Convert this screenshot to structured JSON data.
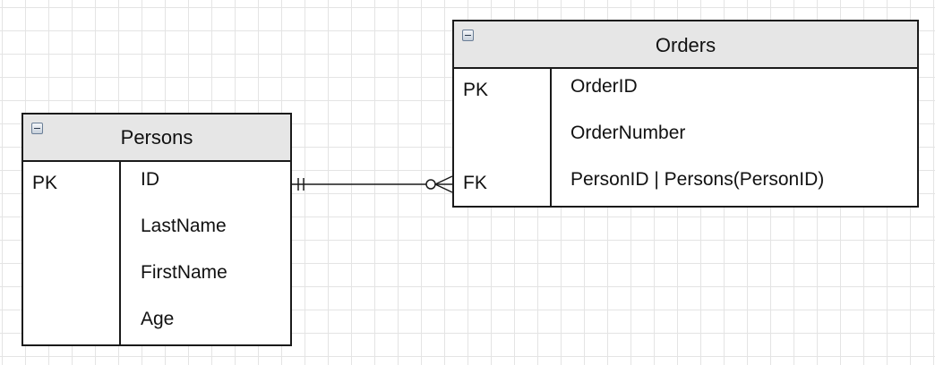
{
  "diagram": {
    "entities": [
      {
        "id": "persons",
        "name": "Persons",
        "rows": [
          {
            "key": "PK",
            "field": "ID"
          },
          {
            "key": "",
            "field": "LastName"
          },
          {
            "key": "",
            "field": "FirstName"
          },
          {
            "key": "",
            "field": "Age"
          }
        ]
      },
      {
        "id": "orders",
        "name": "Orders",
        "rows": [
          {
            "key": "PK",
            "field": "OrderID"
          },
          {
            "key": "",
            "field": "OrderNumber"
          },
          {
            "key": "FK",
            "field": "PersonID | Persons(PersonID)"
          }
        ]
      }
    ],
    "relationship": {
      "from": "Persons.ID",
      "to": "Orders.PersonID",
      "from_cardinality": "one-and-only-one",
      "to_cardinality": "zero-or-many"
    }
  }
}
